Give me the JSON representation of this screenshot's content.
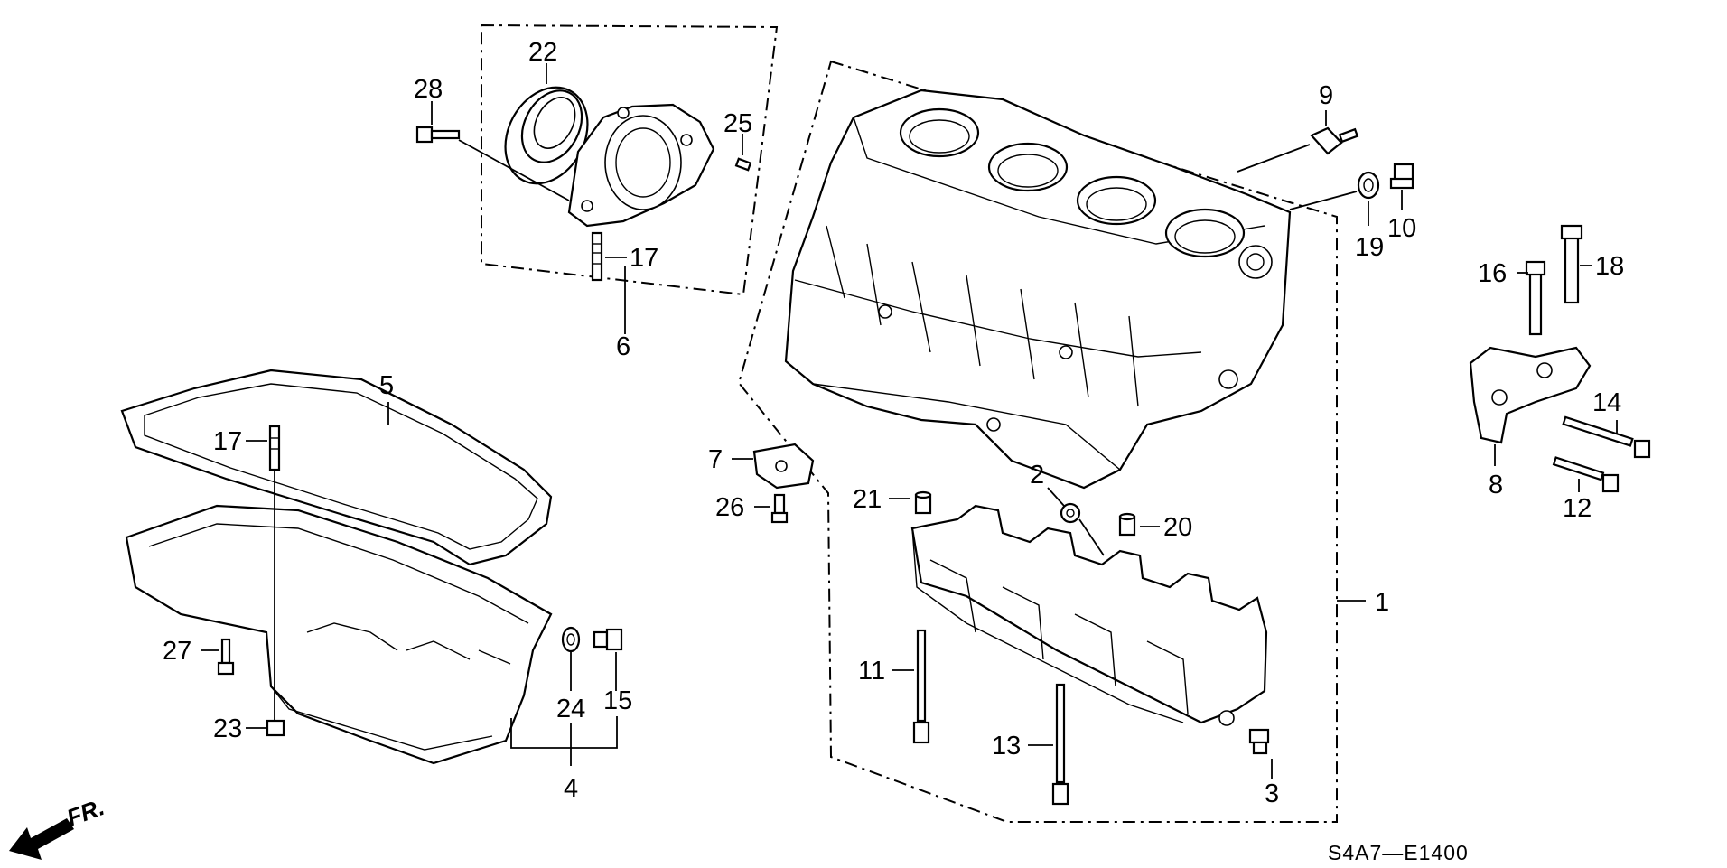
{
  "diagram": {
    "code": "S4A7—E1400",
    "front_label": "FR.",
    "callouts": {
      "p1": "1",
      "p2": "2",
      "p3": "3",
      "p4": "4",
      "p5": "5",
      "p6": "6",
      "p7": "7",
      "p8": "8",
      "p9": "9",
      "p10": "10",
      "p11": "11",
      "p12": "12",
      "p13": "13",
      "p14": "14",
      "p15": "15",
      "p16": "16",
      "p17a": "17",
      "p17b": "17",
      "p18": "18",
      "p19": "19",
      "p20": "20",
      "p21": "21",
      "p22": "22",
      "p23": "23",
      "p24": "24",
      "p25": "25",
      "p26": "26",
      "p27": "27",
      "p28": "28"
    }
  }
}
